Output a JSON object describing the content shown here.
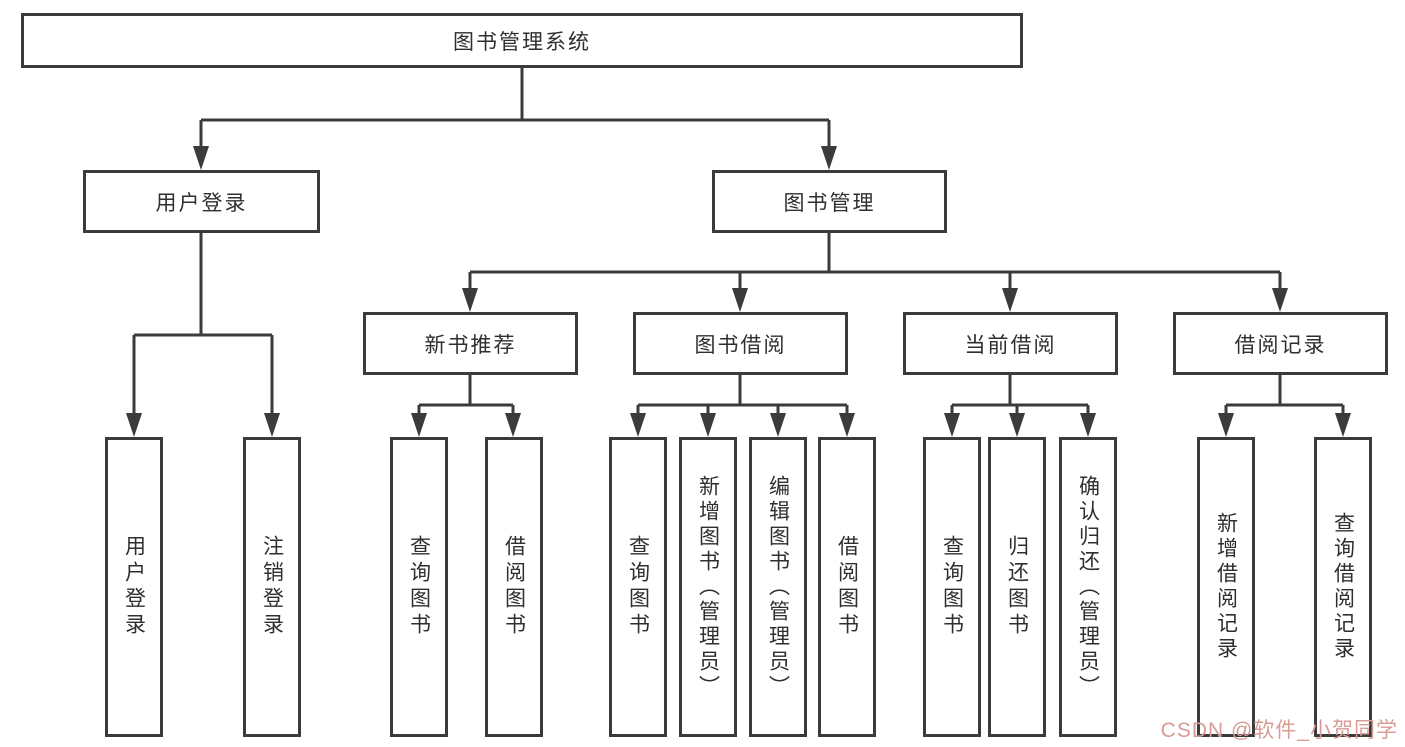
{
  "diagram": {
    "title": "图书管理系统",
    "root": {
      "label": "图书管理系统"
    },
    "branches": [
      {
        "label": "用户登录",
        "children": [
          {
            "label": "用户登录"
          },
          {
            "label": "注销登录"
          }
        ]
      },
      {
        "label": "图书管理",
        "children": [
          {
            "label": "新书推荐",
            "children": [
              {
                "label": "查询图书"
              },
              {
                "label": "借阅图书"
              }
            ]
          },
          {
            "label": "图书借阅",
            "children": [
              {
                "label": "查询图书"
              },
              {
                "label": "新增图书（管理员）"
              },
              {
                "label": "编辑图书（管理员）"
              },
              {
                "label": "借阅图书"
              }
            ]
          },
          {
            "label": "当前借阅",
            "children": [
              {
                "label": "查询图书"
              },
              {
                "label": "归还图书"
              },
              {
                "label": "确认归还（管理员）"
              }
            ]
          },
          {
            "label": "借阅记录",
            "children": [
              {
                "label": "新增借阅记录"
              },
              {
                "label": "查询借阅记录"
              }
            ]
          }
        ]
      }
    ],
    "colors": {
      "line": "#3b3b3b",
      "box_border": "#3b3b3b",
      "box_background": "#ffffff",
      "text": "#2f2f2f",
      "page_background": "#ffffff"
    }
  },
  "watermark": {
    "text": "CSDN @软件_小贺同学",
    "color": "#d89b96"
  }
}
